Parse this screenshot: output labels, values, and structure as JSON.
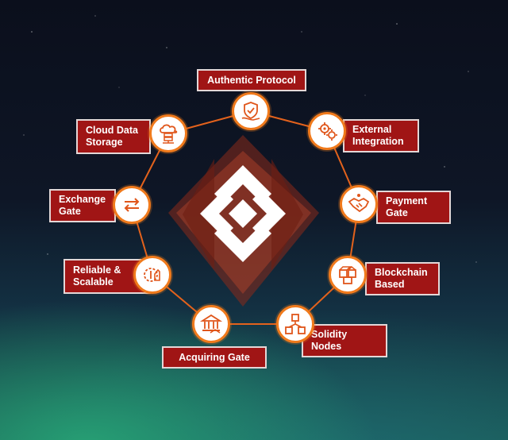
{
  "colors": {
    "label_fill": "#a01515",
    "label_border": "#e3d7d7",
    "node_ring": "#f07a1c",
    "icon": "#e0561b",
    "connector": "#e3621c"
  },
  "center_logo": {
    "icon": "diamond-chevron-logo"
  },
  "features": [
    {
      "label": "Authentic Protocol",
      "icon": "shield-hand-icon"
    },
    {
      "label": "External\nIntegration",
      "icon": "gears-icon"
    },
    {
      "label": "Payment\nGate",
      "icon": "handshake-icon"
    },
    {
      "label": "Blockchain\nBased",
      "icon": "blocks-icon"
    },
    {
      "label": "Solidity\nNodes",
      "icon": "network-cubes-icon"
    },
    {
      "label": "Acquiring Gate",
      "icon": "bank-icon"
    },
    {
      "label": "Reliable &\nScalable",
      "icon": "thumbs-up-gear-icon"
    },
    {
      "label": "Exchange\nGate",
      "icon": "exchange-arrows-icon"
    },
    {
      "label": "Cloud Data\nStorage",
      "icon": "cloud-server-icon"
    }
  ]
}
